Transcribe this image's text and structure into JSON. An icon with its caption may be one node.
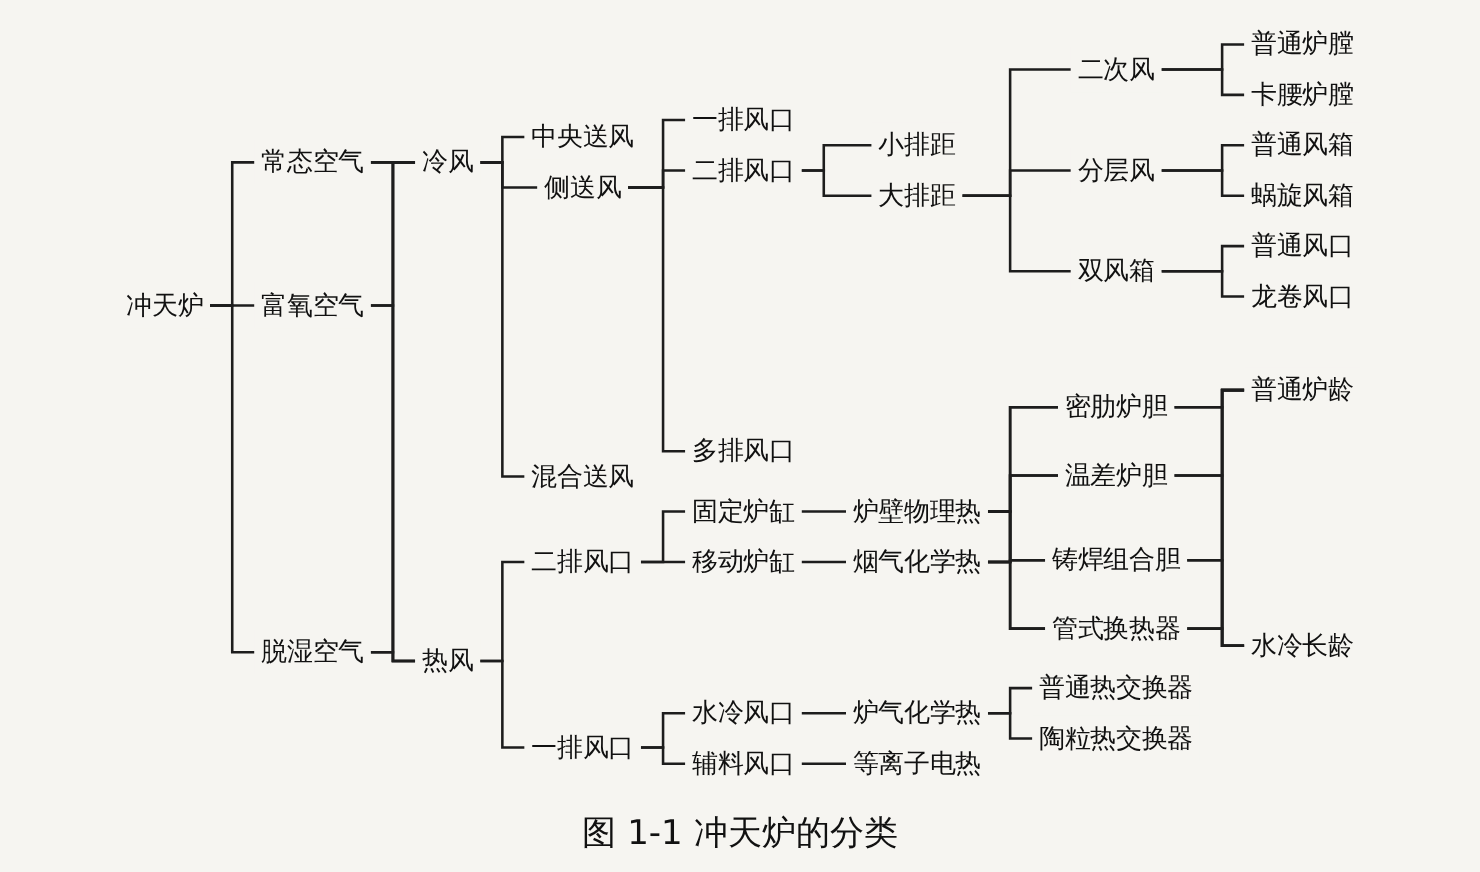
{
  "diagram": {
    "caption": "图 1-1 冲天炉的分类",
    "nodes": [
      {
        "text": [
          "冲天炉"
        ]
      },
      {
        "text": [
          "常态空气"
        ]
      },
      {
        "text": [
          "富氧空气"
        ]
      },
      {
        "text": [
          "脱湿空气"
        ]
      },
      {
        "text": [
          "冷风"
        ]
      },
      {
        "text": [
          "热风"
        ]
      },
      {
        "text": [
          "中央送风"
        ]
      },
      {
        "text": [
          "侧送风"
        ]
      },
      {
        "text": [
          "混合送风"
        ]
      },
      {
        "text": [
          "一排风口"
        ]
      },
      {
        "text": [
          "二排风口"
        ]
      },
      {
        "text": [
          "多排风口"
        ]
      },
      {
        "text": [
          "小排距"
        ]
      },
      {
        "text": [
          "大排距"
        ]
      },
      {
        "text": [
          "二次风"
        ]
      },
      {
        "text": [
          "分层风"
        ]
      },
      {
        "text": [
          "双风箱"
        ]
      },
      {
        "text": [
          "普通炉膛"
        ]
      },
      {
        "text": [
          "卡腰炉膛"
        ]
      },
      {
        "text": [
          "普通风箱"
        ]
      },
      {
        "text": [
          "蜗旋风箱"
        ]
      },
      {
        "text": [
          "普通风口"
        ]
      },
      {
        "text": [
          "龙卷风口"
        ]
      },
      {
        "text": [
          "二排风口"
        ]
      },
      {
        "text": [
          "一排风口"
        ]
      },
      {
        "text": [
          "固定炉缸"
        ]
      },
      {
        "text": [
          "移动炉缸"
        ]
      },
      {
        "text": [
          "炉壁物理热"
        ]
      },
      {
        "text": [
          "烟气化学热"
        ]
      },
      {
        "text": [
          "密肋炉胆"
        ]
      },
      {
        "text": [
          "温差炉胆"
        ]
      },
      {
        "text": [
          "铸焊组合胆"
        ]
      },
      {
        "text": [
          "管式换热器"
        ]
      },
      {
        "text": [
          "普通炉龄"
        ]
      },
      {
        "text": [
          "水冷长龄"
        ]
      },
      {
        "text": [
          "水冷风口"
        ]
      },
      {
        "text": [
          "辅料风口"
        ]
      },
      {
        "text": [
          "炉气化学热"
        ]
      },
      {
        "text": [
          "等离子电热"
        ]
      },
      {
        "text": [
          "普通热交换器"
        ]
      },
      {
        "text": [
          "陶粒热交换器"
        ]
      }
    ],
    "edges": [
      {
        "from": 0,
        "to": 1,
        "arrow": "none"
      },
      {
        "from": 0,
        "to": 2,
        "arrow": "none"
      },
      {
        "from": 0,
        "to": 3,
        "arrow": "none"
      },
      {
        "from": 1,
        "to": 4,
        "arrow": "none"
      },
      {
        "from": 1,
        "to": 5,
        "arrow": "none"
      },
      {
        "from": 2,
        "to": 4,
        "arrow": "none"
      },
      {
        "from": 2,
        "to": 5,
        "arrow": "none"
      },
      {
        "from": 3,
        "to": 4,
        "arrow": "none"
      },
      {
        "from": 3,
        "to": 5,
        "arrow": "none"
      },
      {
        "from": 4,
        "to": 6,
        "arrow": "none"
      },
      {
        "from": 4,
        "to": 7,
        "arrow": "none"
      },
      {
        "from": 4,
        "to": 8,
        "arrow": "none"
      },
      {
        "from": 7,
        "to": 9,
        "arrow": "none"
      },
      {
        "from": 7,
        "to": 10,
        "arrow": "none"
      },
      {
        "from": 7,
        "to": 11,
        "arrow": "none"
      },
      {
        "from": 10,
        "to": 12,
        "arrow": "none"
      },
      {
        "from": 10,
        "to": 13,
        "arrow": "none"
      },
      {
        "from": 13,
        "to": 14,
        "arrow": "none"
      },
      {
        "from": 13,
        "to": 15,
        "arrow": "none"
      },
      {
        "from": 13,
        "to": 16,
        "arrow": "none"
      },
      {
        "from": 14,
        "to": 17,
        "arrow": "none"
      },
      {
        "from": 14,
        "to": 18,
        "arrow": "none"
      },
      {
        "from": 15,
        "to": 19,
        "arrow": "none"
      },
      {
        "from": 15,
        "to": 20,
        "arrow": "none"
      },
      {
        "from": 16,
        "to": 21,
        "arrow": "none"
      },
      {
        "from": 16,
        "to": 22,
        "arrow": "none"
      },
      {
        "from": 5,
        "to": 23,
        "arrow": "none"
      },
      {
        "from": 5,
        "to": 24,
        "arrow": "none"
      },
      {
        "from": 23,
        "to": 25,
        "arrow": "none"
      },
      {
        "from": 23,
        "to": 26,
        "arrow": "none"
      },
      {
        "from": 25,
        "to": 27,
        "arrow": "none"
      },
      {
        "from": 26,
        "to": 28,
        "arrow": "none"
      },
      {
        "from": 27,
        "to": 29,
        "arrow": "none"
      },
      {
        "from": 27,
        "to": 30,
        "arrow": "none"
      },
      {
        "from": 27,
        "to": 31,
        "arrow": "none"
      },
      {
        "from": 27,
        "to": 32,
        "arrow": "none"
      },
      {
        "from": 28,
        "to": 29,
        "arrow": "none"
      },
      {
        "from": 28,
        "to": 30,
        "arrow": "none"
      },
      {
        "from": 28,
        "to": 31,
        "arrow": "none"
      },
      {
        "from": 28,
        "to": 32,
        "arrow": "none"
      },
      {
        "from": 29,
        "to": 33,
        "arrow": "none"
      },
      {
        "from": 29,
        "to": 34,
        "arrow": "none"
      },
      {
        "from": 30,
        "to": 33,
        "arrow": "none"
      },
      {
        "from": 30,
        "to": 34,
        "arrow": "none"
      },
      {
        "from": 31,
        "to": 33,
        "arrow": "none"
      },
      {
        "from": 31,
        "to": 34,
        "arrow": "none"
      },
      {
        "from": 32,
        "to": 33,
        "arrow": "none"
      },
      {
        "from": 32,
        "to": 34,
        "arrow": "none"
      },
      {
        "from": 24,
        "to": 35,
        "arrow": "none"
      },
      {
        "from": 24,
        "to": 36,
        "arrow": "none"
      },
      {
        "from": 35,
        "to": 37,
        "arrow": "none"
      },
      {
        "from": 36,
        "to": 38,
        "arrow": "none"
      },
      {
        "from": 37,
        "to": 39,
        "arrow": "none"
      },
      {
        "from": 37,
        "to": 40,
        "arrow": "none"
      }
    ]
  }
}
